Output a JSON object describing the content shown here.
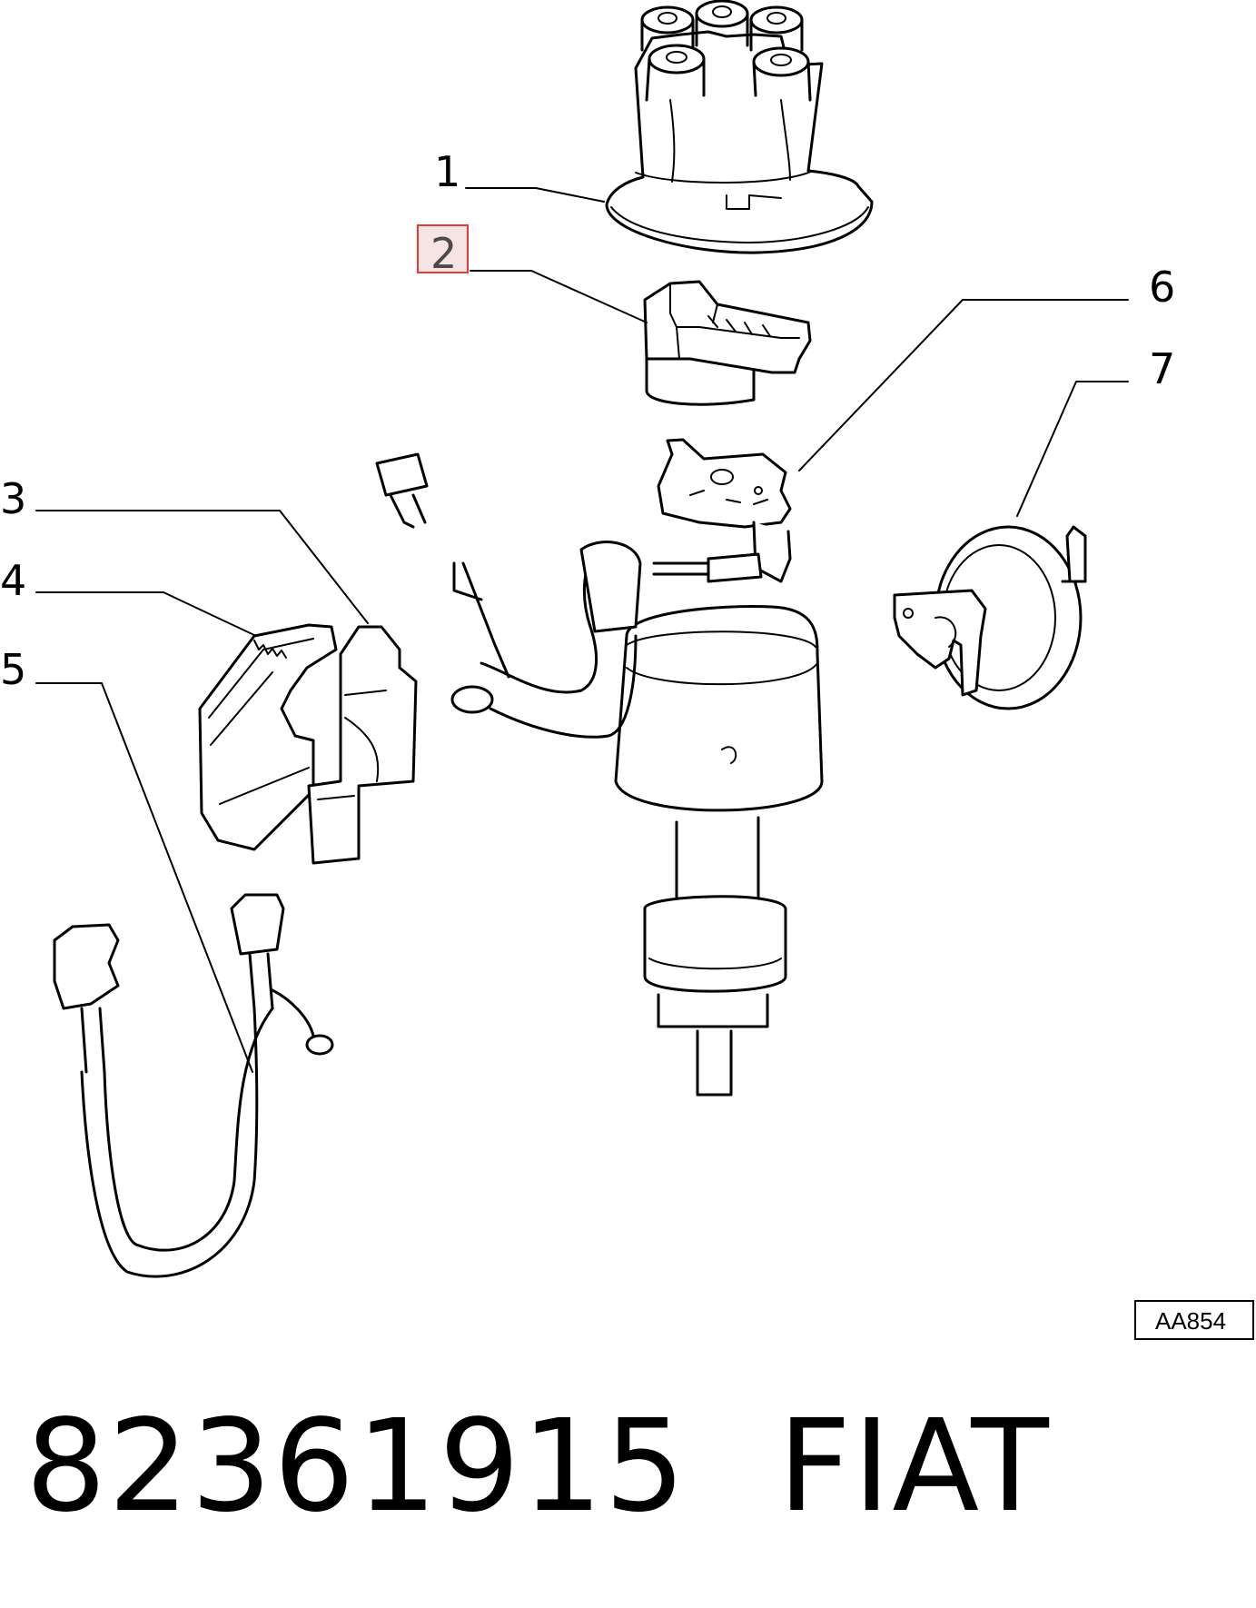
{
  "callouts": [
    {
      "id": 1,
      "label": "1"
    },
    {
      "id": 2,
      "label": "2",
      "highlighted": true
    },
    {
      "id": 3,
      "label": "3"
    },
    {
      "id": 4,
      "label": "4"
    },
    {
      "id": 5,
      "label": "5"
    },
    {
      "id": 6,
      "label": "6"
    },
    {
      "id": 7,
      "label": "7"
    }
  ],
  "drawing_ref": "AA854",
  "part": {
    "number": "82361915",
    "brand": "FIAT"
  },
  "colors": {
    "line": "#000000",
    "highlight_box": "#e53935",
    "highlight_fill": "#f6e4e4"
  }
}
